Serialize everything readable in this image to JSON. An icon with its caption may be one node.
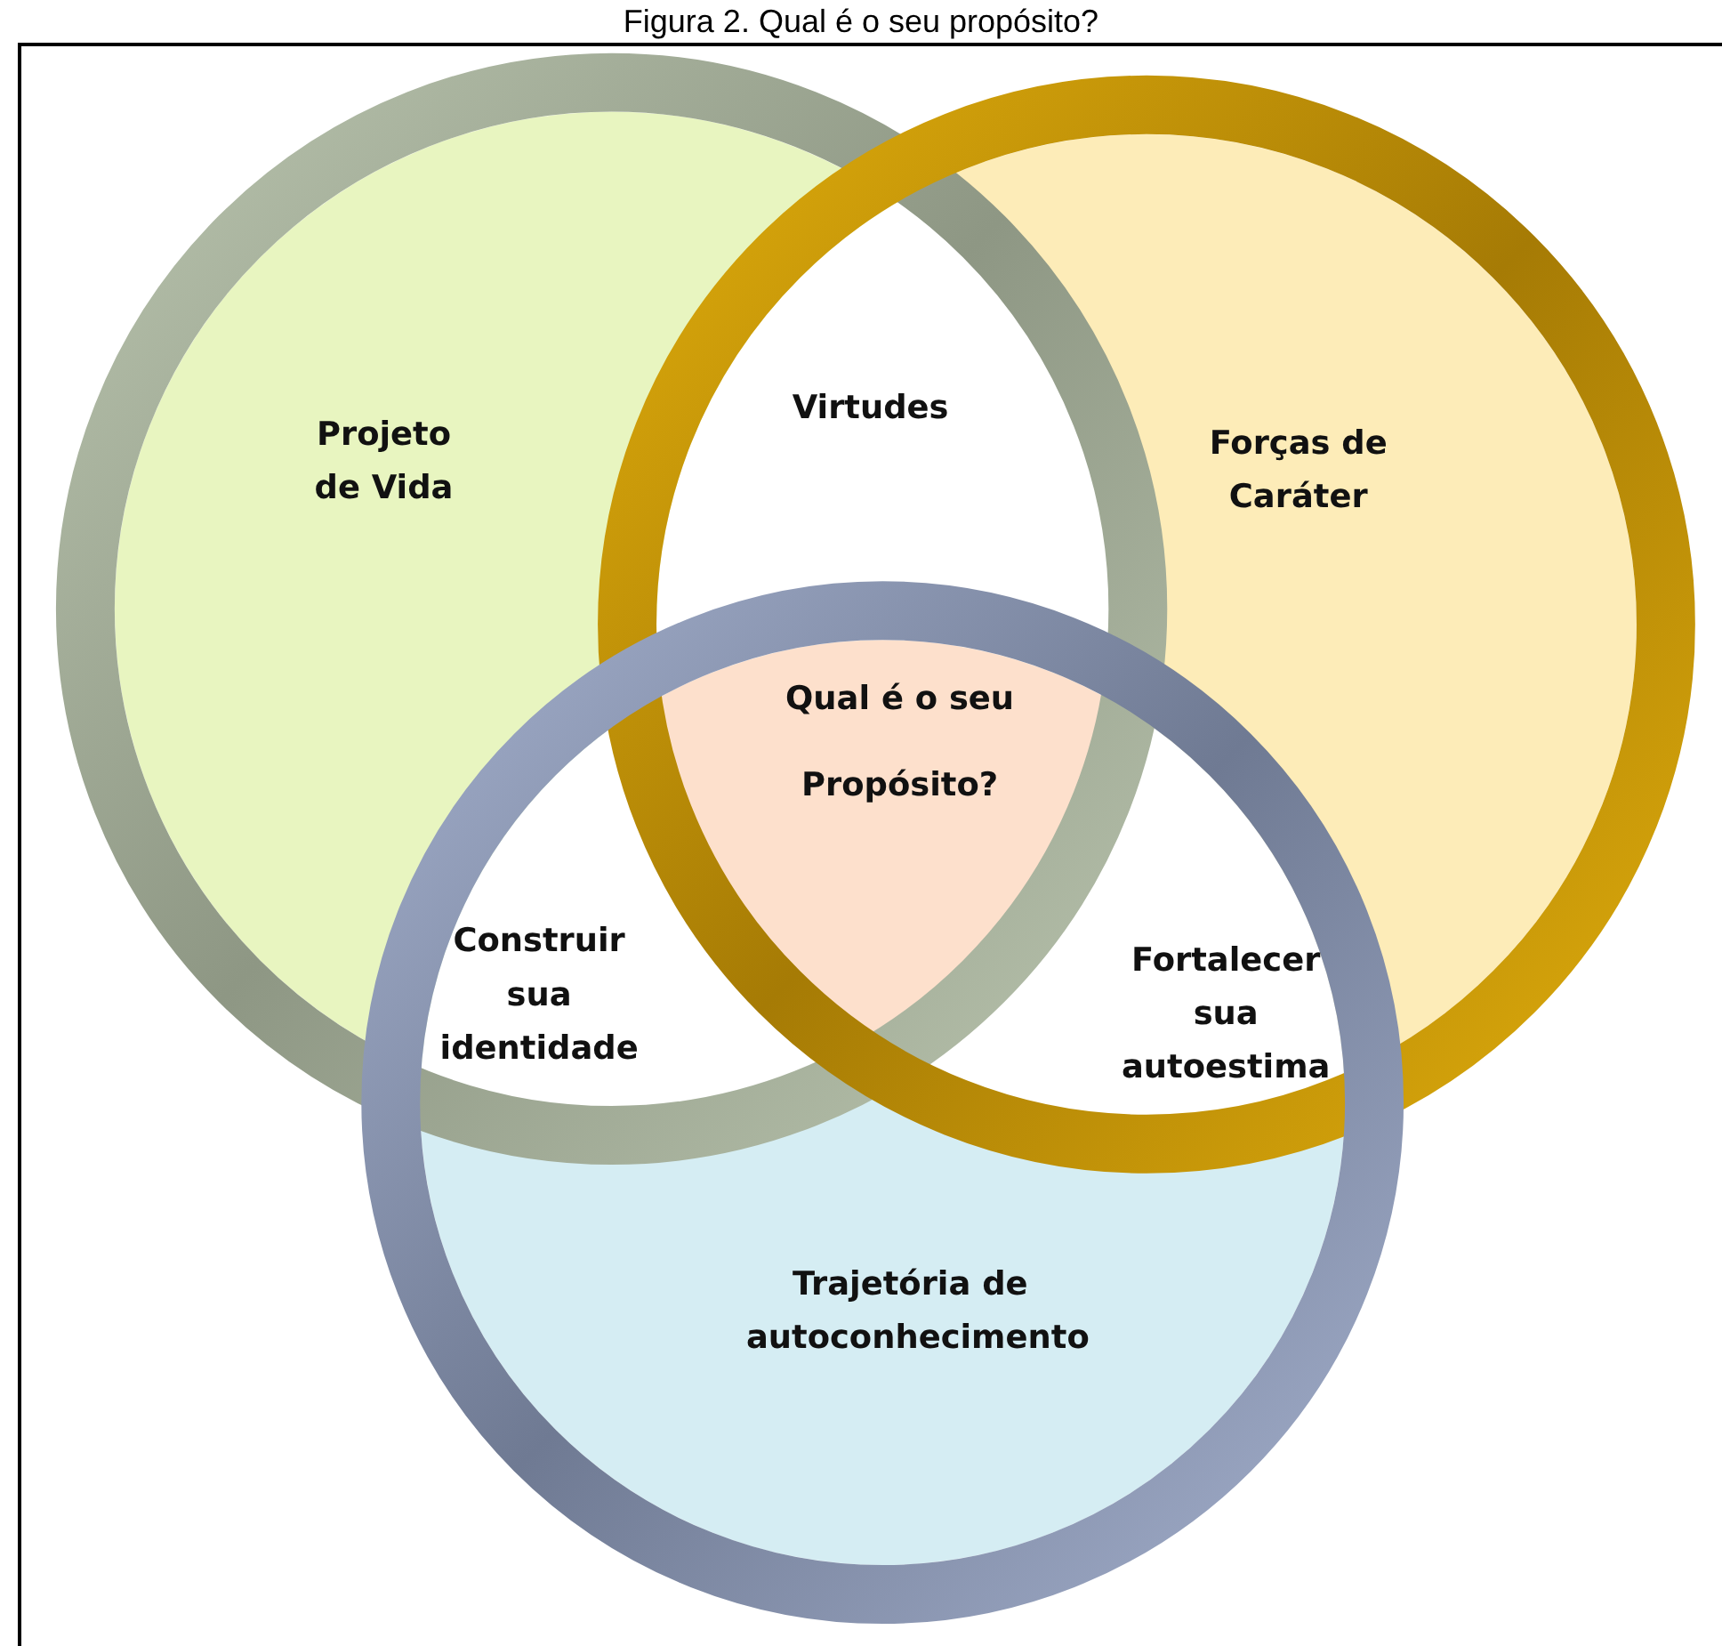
{
  "diagram": {
    "title": "Figura 2. Qual é o seu propósito?",
    "nodes": [
      {
        "text": [
          "Projeto de Vida"
        ]
      },
      {
        "text": [
          "Forças de Caráter"
        ]
      },
      {
        "text": [
          "Trajetória de autoconhecimento"
        ]
      }
    ],
    "edges": [],
    "labels": [
      "Virtudes",
      "Qual é o seu Propósito?",
      "Construir sua identidade",
      "Fortalecer sua autoestima"
    ]
  }
}
